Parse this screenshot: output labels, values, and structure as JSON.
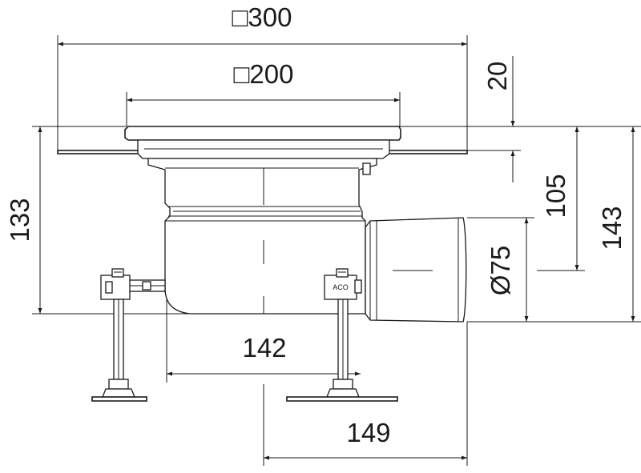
{
  "dimensions": {
    "top_width": "□300",
    "grate_width": "□200",
    "rim_height": "20",
    "left_height": "133",
    "inner_height": "105",
    "total_height": "143",
    "outlet_diameter": "Ø75",
    "feet_spacing": "142",
    "outlet_offset": "149"
  },
  "labels": {
    "brand_mark": "ACO"
  }
}
